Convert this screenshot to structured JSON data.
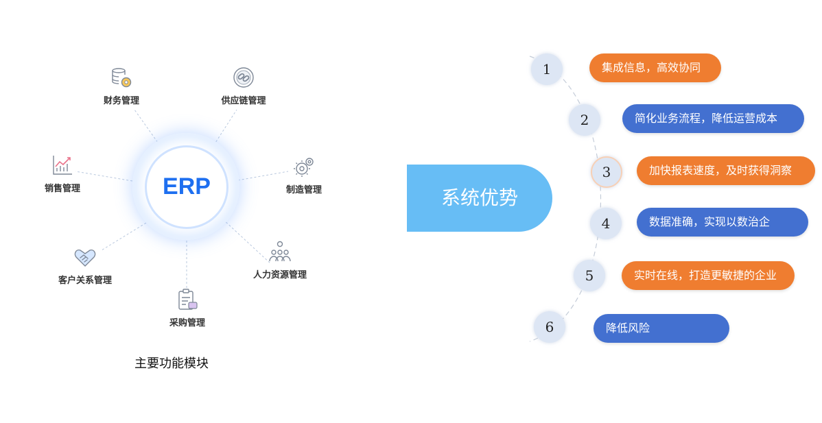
{
  "diagram": {
    "center": "ERP",
    "modules": [
      {
        "label": "财务管理",
        "icon": "database-gear-icon"
      },
      {
        "label": "供应链管理",
        "icon": "link-chain-icon"
      },
      {
        "label": "制造管理",
        "icon": "gears-icon"
      },
      {
        "label": "人力资源管理",
        "icon": "people-group-icon"
      },
      {
        "label": "采购管理",
        "icon": "clipboard-purchase-icon"
      },
      {
        "label": "客户关系管理",
        "icon": "handshake-icon"
      },
      {
        "label": "销售管理",
        "icon": "sales-chart-icon"
      }
    ],
    "caption": "主要功能模块"
  },
  "advantages": {
    "title": "系统优势",
    "items": [
      {
        "num": "1",
        "text": "集成信息，高效协同",
        "color": "#ef7d30"
      },
      {
        "num": "2",
        "text": "简化业务流程，降低运营成本",
        "color": "#4370d0"
      },
      {
        "num": "3",
        "text": "加快报表速度，及时获得洞察",
        "color": "#ef7d30"
      },
      {
        "num": "4",
        "text": "数据准确，实现以数治企",
        "color": "#4370d0"
      },
      {
        "num": "5",
        "text": "实时在线，打造更敏捷的企业",
        "color": "#ef7d30"
      },
      {
        "num": "6",
        "text": "降低风险",
        "color": "#4370d0"
      }
    ]
  },
  "colors": {
    "accent_blue": "#1e6ff0",
    "title_bg": "#67bdf5",
    "orange": "#ef7d30",
    "blue": "#4370d0"
  }
}
